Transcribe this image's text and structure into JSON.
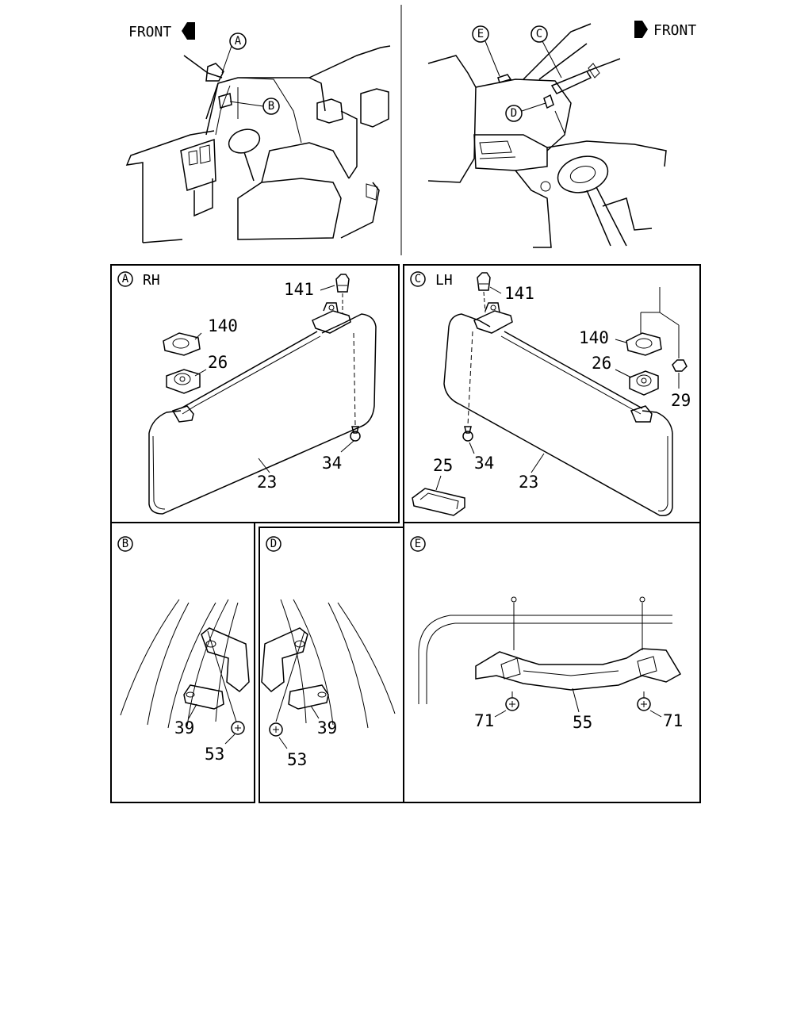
{
  "front_label": "FRONT",
  "callouts": {
    "a": "A",
    "b": "B",
    "c": "C",
    "d": "D",
    "e": "E"
  },
  "sides": {
    "rh": "RH",
    "lh": "LH"
  },
  "parts": {
    "p23": "23",
    "p25": "25",
    "p26": "26",
    "p29": "29",
    "p34": "34",
    "p39": "39",
    "p53": "53",
    "p55": "55",
    "p71": "71",
    "p140": "140",
    "p141": "141"
  }
}
